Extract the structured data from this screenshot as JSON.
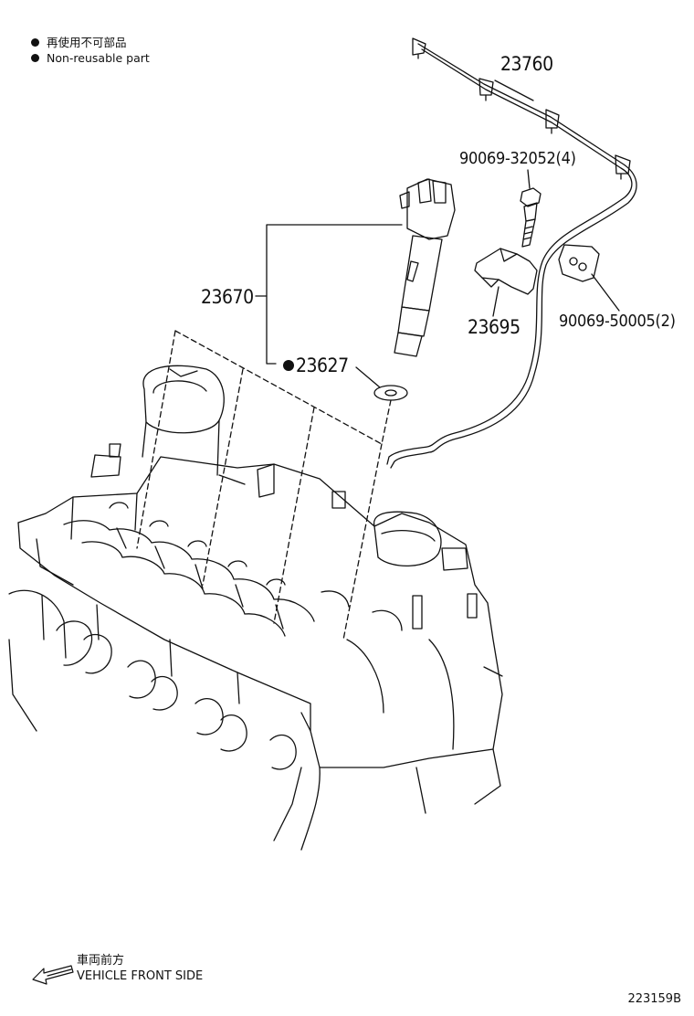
{
  "legend": {
    "japanese": "再使用不可部品",
    "english": "Non-reusable part"
  },
  "parts": {
    "p23760": "23760",
    "p90069_32052": "90069-32052(4)",
    "p23670": "23670",
    "p23627": "23627",
    "p23695": "23695",
    "p90069_50005": "90069-50005(2)"
  },
  "front_indicator": {
    "japanese": "車両前方",
    "english": "VEHICLE FRONT SIDE"
  },
  "diagram_id": "223159B",
  "colors": {
    "line": "#111111",
    "background": "#ffffff"
  },
  "icons": {
    "non_reusable": "filled-dot-icon",
    "direction": "arrow-left-icon"
  }
}
